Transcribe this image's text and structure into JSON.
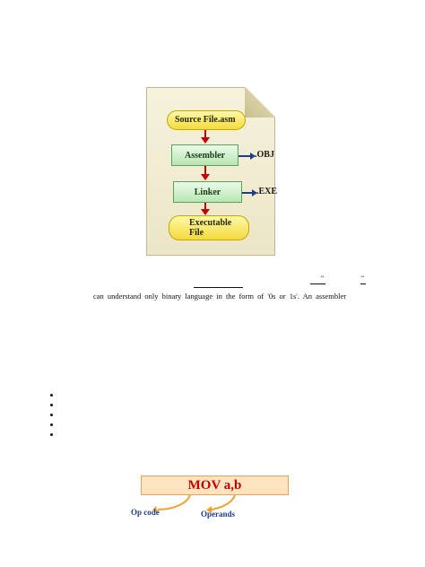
{
  "figure1": {
    "source": "Source File.asm",
    "assembler": "Assembler",
    "obj": ".OBJ",
    "linker": "Linker",
    "exe": ".EXE",
    "executable_line1": "Executable",
    "executable_line2": "File"
  },
  "paragraph": {
    "line": "can understand only binary language in the form of '0s or 1s'. An assembler",
    "quote_marks_1": "“",
    "quote_marks_2": "“"
  },
  "bullets": {
    "count": 5
  },
  "figure2": {
    "instruction": "MOV a,b",
    "opcode_label": "Op code",
    "operands_label": "Operands"
  },
  "colors": {
    "arrow_red": "#c00000",
    "arrow_blue": "#1f3d8a",
    "yellow_box": "#f4db3d",
    "green_box": "#b8e6b2",
    "mov_text": "#c00000",
    "mov_bg": "#fde3c0"
  }
}
